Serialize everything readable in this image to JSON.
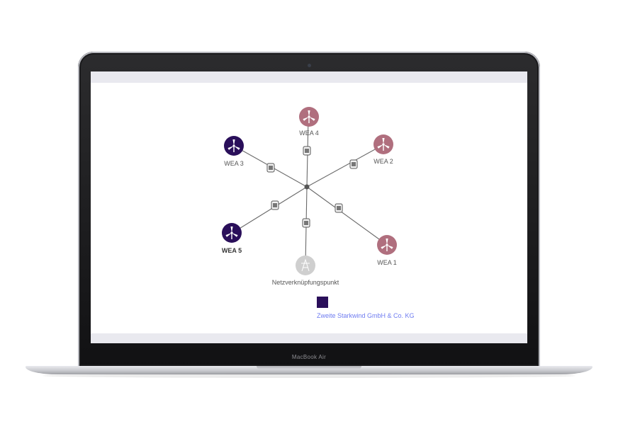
{
  "device": {
    "label": "MacBook Air"
  },
  "colors": {
    "owned": "#2a0f5a",
    "other": "#b06f7e",
    "grid": "#cfcfcf",
    "legend_text": "#6e7bf0"
  },
  "diagram": {
    "nodes": [
      {
        "id": "wea4",
        "label": "WEA 4",
        "icon": "wind-turbine-icon",
        "status": "other"
      },
      {
        "id": "wea2",
        "label": "WEA 2",
        "icon": "wind-turbine-icon",
        "status": "other"
      },
      {
        "id": "wea3",
        "label": "WEA 3",
        "icon": "wind-turbine-icon",
        "status": "owned"
      },
      {
        "id": "wea5",
        "label": "WEA 5",
        "icon": "wind-turbine-icon",
        "status": "owned"
      },
      {
        "id": "wea1",
        "label": "WEA 1",
        "icon": "wind-turbine-icon",
        "status": "other"
      },
      {
        "id": "nvp",
        "label": "Netzverknüpfungspunkt",
        "icon": "grid-connection-icon",
        "status": "grid"
      }
    ]
  },
  "legend": {
    "label": "Zweite Starkwind GmbH & Co. KG",
    "color": "#2a0f5a"
  }
}
